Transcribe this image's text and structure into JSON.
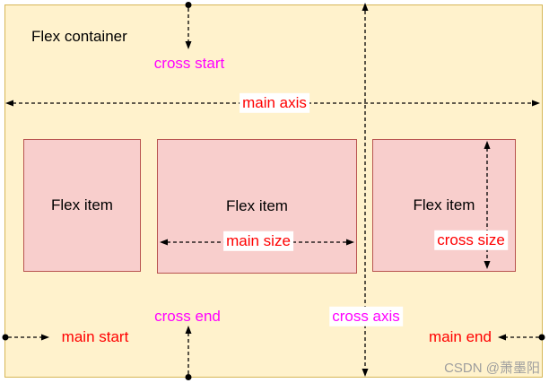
{
  "diagram": {
    "container_label": "Flex container",
    "items": [
      {
        "label": "Flex item"
      },
      {
        "label": "Flex item"
      },
      {
        "label": "Flex item"
      }
    ],
    "labels": {
      "cross_start": "cross start",
      "main_axis": "main axis",
      "main_size": "main size",
      "cross_size": "cross size",
      "cross_end": "cross end",
      "cross_axis": "cross axis",
      "main_start": "main start",
      "main_end": "main end"
    },
    "icons": {
      "endpoint_dot": "black-dot",
      "arrowhead": "black-triangle"
    },
    "colors": {
      "container_fill": "#fff2cc",
      "container_stroke": "#d6b656",
      "item_fill": "#f8cecc",
      "item_stroke": "#b85450",
      "size_axis_label": "#ff0000",
      "cross_edge_label": "#ff00ff",
      "arrow": "#000000",
      "watermark": "#9e9e9e"
    },
    "watermark": "CSDN @萧墨阳"
  }
}
